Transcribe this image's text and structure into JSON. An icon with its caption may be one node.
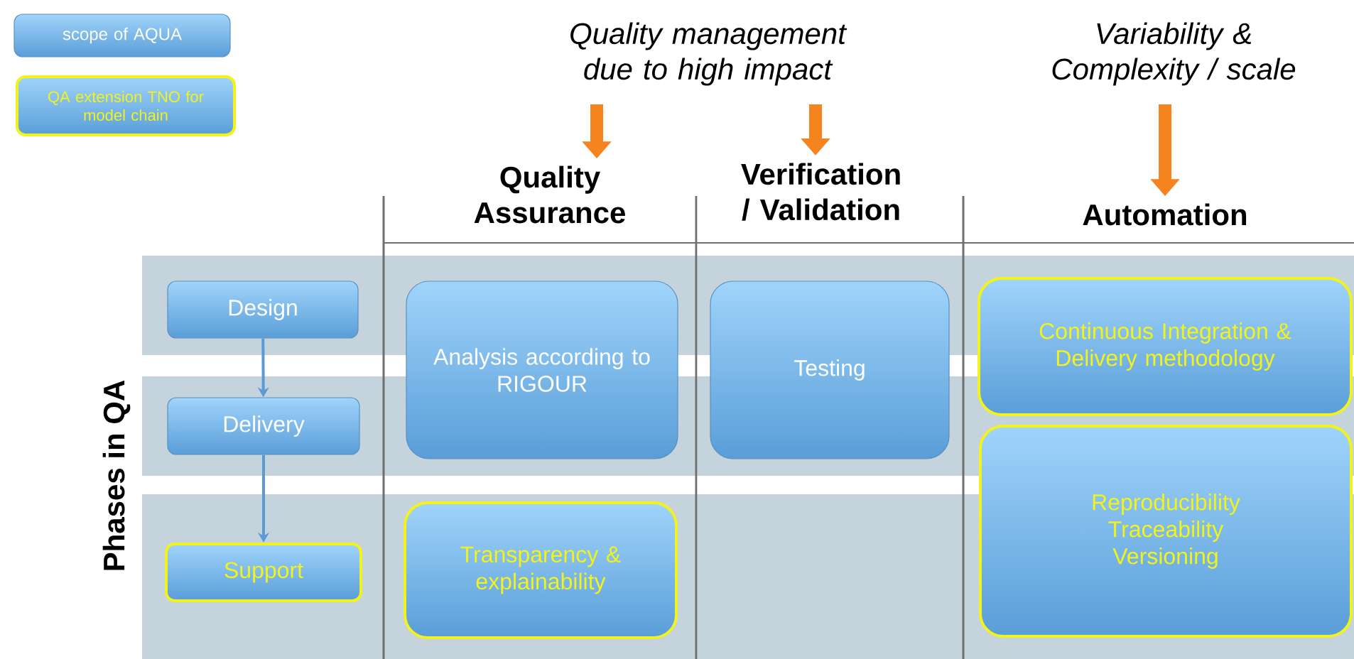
{
  "diagram": {
    "nodes": [
      {
        "text": [
          "scope of AQUA"
        ]
      },
      {
        "text": [
          "QA extension  TNO for model chain"
        ]
      },
      {
        "text": [
          "Quality management due to high impact"
        ]
      },
      {
        "text": [
          "Variability & Complexity / scale"
        ]
      },
      {
        "text": [
          "Quality Assurance"
        ]
      },
      {
        "text": [
          "Verification / Validation"
        ]
      },
      {
        "text": [
          "Automation"
        ]
      },
      {
        "text": [
          "Design"
        ]
      },
      {
        "text": [
          "Delivery"
        ]
      },
      {
        "text": [
          "Support"
        ]
      },
      {
        "text": [
          "Analysis according to RIGOUR"
        ]
      },
      {
        "text": [
          "Testing"
        ]
      },
      {
        "text": [
          "Transparency & explainability"
        ]
      },
      {
        "text": [
          "Continuous Integration & Delivery methodology"
        ]
      },
      {
        "text": [
          "Reproducibility Traceability Versioning"
        ]
      }
    ],
    "edges": [
      {
        "from": 2,
        "to": 4,
        "arrow": "to",
        "color": "#f5841f"
      },
      {
        "from": 2,
        "to": 5,
        "arrow": "to",
        "color": "#f5841f"
      },
      {
        "from": 3,
        "to": 6,
        "arrow": "to",
        "color": "#f5841f"
      },
      {
        "from": 7,
        "to": 8,
        "arrow": "to",
        "color": "#5b9bd5"
      },
      {
        "from": 8,
        "to": 9,
        "arrow": "to",
        "color": "#5b9bd5"
      }
    ],
    "labels": [
      "Phases in QA"
    ]
  }
}
